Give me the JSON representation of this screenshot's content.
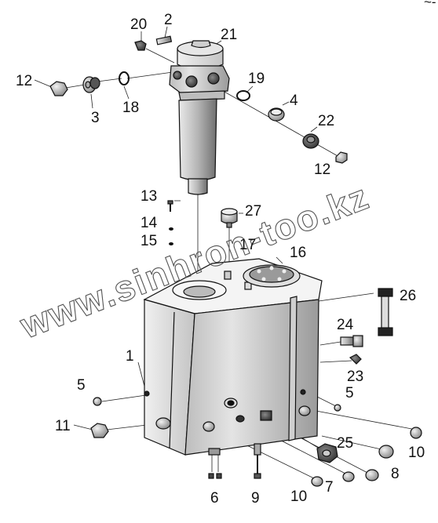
{
  "corner_mark": "~-",
  "watermark": "www.sinhron-too.kz",
  "labels": {
    "p1": "1",
    "p2": "2",
    "p3": "3",
    "p4": "4",
    "p5a": "5",
    "p5b": "5",
    "p6": "6",
    "p7": "7",
    "p8": "8",
    "p9": "9",
    "p10a": "10",
    "p10b": "10",
    "p11": "11",
    "p12a": "12",
    "p12b": "12",
    "p13": "13",
    "p14": "14",
    "p15": "15",
    "p16": "16",
    "p17": "17",
    "p18": "18",
    "p19": "19",
    "p20": "20",
    "p21": "21",
    "p22": "22",
    "p23": "23",
    "p24": "24",
    "p25": "25",
    "p26": "26",
    "p27": "27"
  }
}
